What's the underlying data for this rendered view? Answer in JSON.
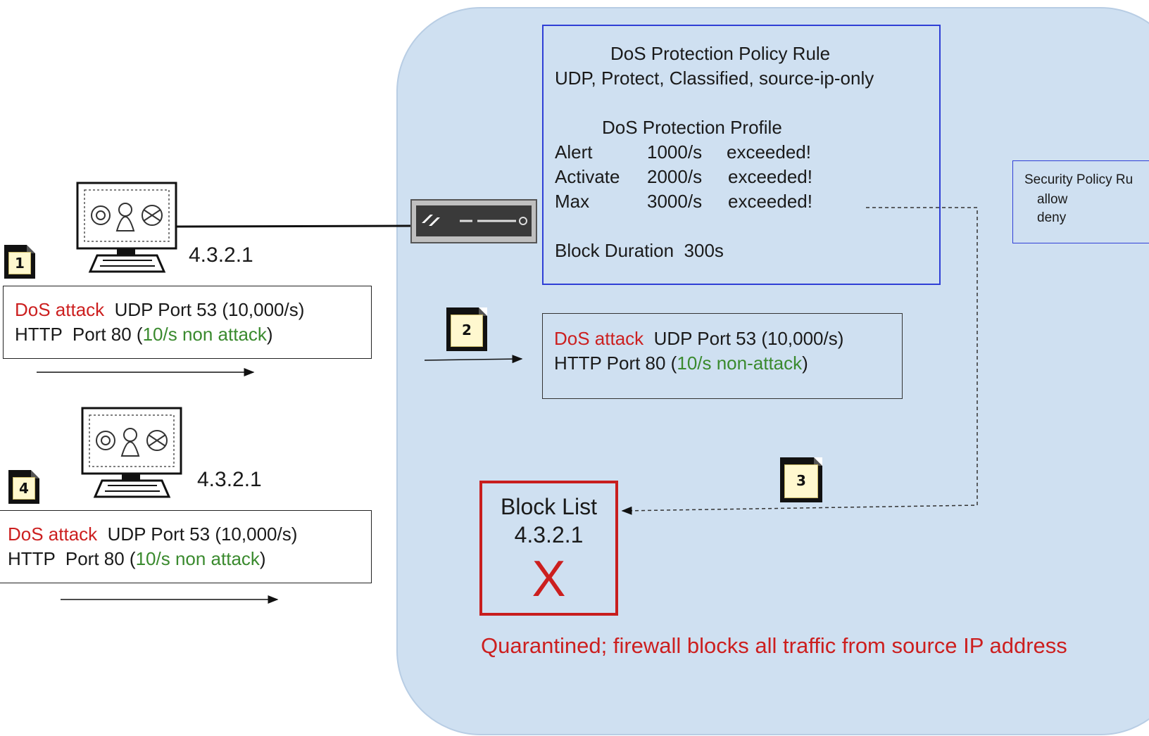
{
  "left": {
    "step1": {
      "badge": "1",
      "ip": "4.3.2.1",
      "line1": {
        "attack": "DoS attack",
        "rest": "  UDP Port 53 (10,000/s)"
      },
      "line2": {
        "pre": "HTTP  Port 80 (",
        "green": "10/s non attack",
        "post": ")"
      }
    },
    "step4": {
      "badge": "4",
      "ip": "4.3.2.1",
      "line1": {
        "attack": "DoS attack",
        "rest": "  UDP Port 53 (10,000/s)"
      },
      "line2": {
        "pre": "HTTP  Port 80 (",
        "green": "10/s non attack",
        "post": ")"
      }
    }
  },
  "policy": {
    "rule_title": "DoS Protection Policy Rule",
    "rule_desc": "UDP, Protect, Classified, source-ip-only",
    "profile_title": "DoS Protection Profile",
    "thresholds": [
      {
        "name": "Alert",
        "rate": "1000/s",
        "status": "exceeded!"
      },
      {
        "name": "Activate",
        "rate": "2000/s",
        "status": "exceeded!"
      },
      {
        "name": "Max",
        "rate": "3000/s",
        "status": "exceeded!"
      }
    ],
    "block_duration": "Block Duration  300s"
  },
  "step2": {
    "badge": "2",
    "line1": {
      "attack": "DoS attack",
      "rest": "  UDP Port 53 (10,000/s)"
    },
    "line2": {
      "pre": "HTTP Port 80 (",
      "green": "10/s non-attack",
      "post": ")"
    }
  },
  "step3": {
    "badge": "3"
  },
  "block_list": {
    "title": "Block List",
    "ip": "4.3.2.1",
    "mark": "X"
  },
  "security_policy": {
    "title": "Security Policy Ru",
    "items": [
      "allow",
      "deny"
    ]
  },
  "quarantine_note": "Quarantined; firewall blocks all traffic from source IP address",
  "colors": {
    "zone": "#cfe0f1",
    "policy_border": "#2f3fd6",
    "alert_red": "#cc1f1f",
    "ok_green": "#3a8a2e"
  },
  "icons": [
    "attacker-computer-icon",
    "firewall-appliance-icon",
    "step-badge-icon"
  ]
}
